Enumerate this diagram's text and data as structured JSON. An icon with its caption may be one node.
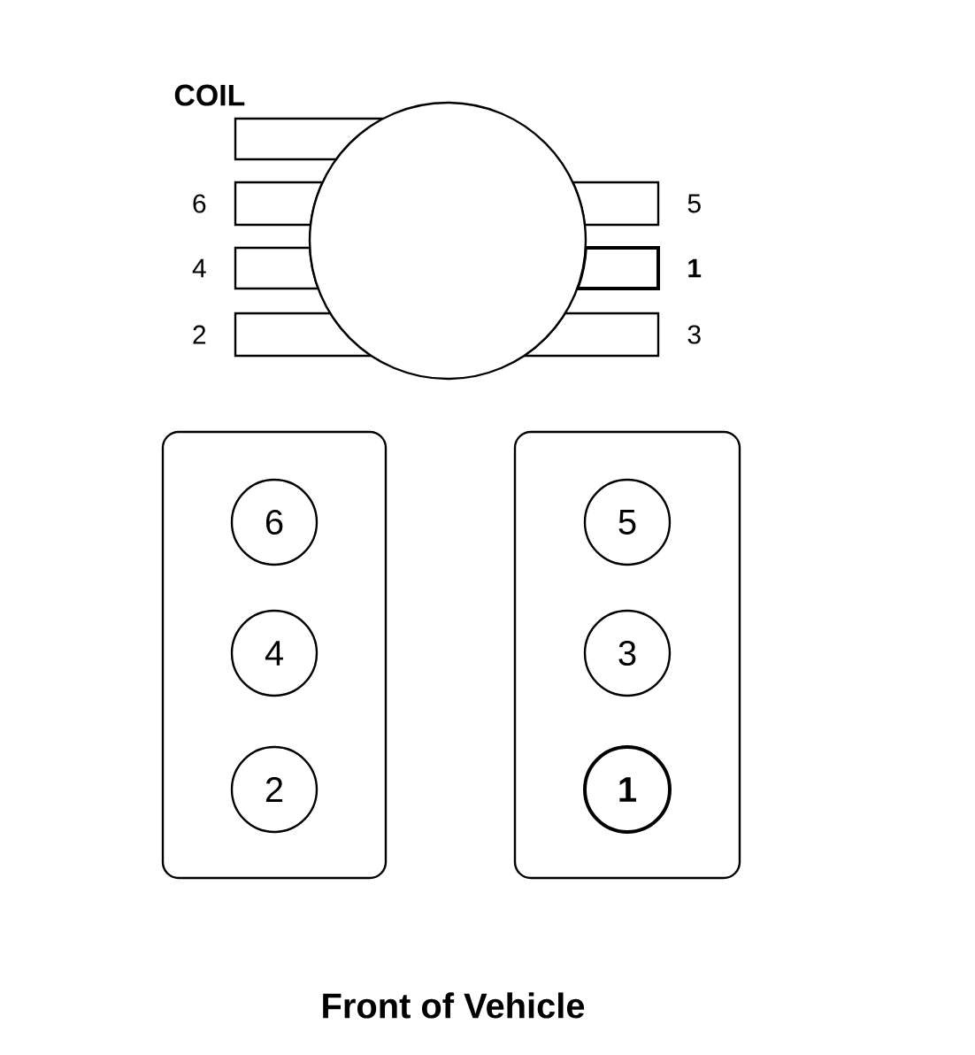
{
  "diagram": {
    "caption": "Front of Vehicle",
    "nodes": [
      {
        "text": [],
        "shape": "circle"
      },
      {
        "text": [],
        "shape": "box",
        "beside": [
          "COIL"
        ]
      },
      {
        "text": [],
        "shape": "box",
        "beside": [
          "6"
        ]
      },
      {
        "text": [],
        "shape": "box",
        "beside": [
          "4"
        ]
      },
      {
        "text": [],
        "shape": "box",
        "beside": [
          "2"
        ]
      },
      {
        "text": [],
        "shape": "box",
        "beside": [
          "5"
        ]
      },
      {
        "text": [],
        "shape": "box",
        "beside": [
          "1"
        ]
      },
      {
        "text": [],
        "shape": "box",
        "beside": [
          "3"
        ]
      },
      {
        "text": [],
        "shape": "box"
      },
      {
        "text": [],
        "shape": "box"
      },
      {
        "text": [
          "6"
        ],
        "in": 8
      },
      {
        "text": [
          "4"
        ],
        "in": 8
      },
      {
        "text": [
          "2"
        ],
        "in": 8
      },
      {
        "text": [
          "5"
        ],
        "in": 9
      },
      {
        "text": [
          "3"
        ],
        "in": 9
      },
      {
        "text": [
          "1"
        ],
        "in": 9
      }
    ]
  }
}
